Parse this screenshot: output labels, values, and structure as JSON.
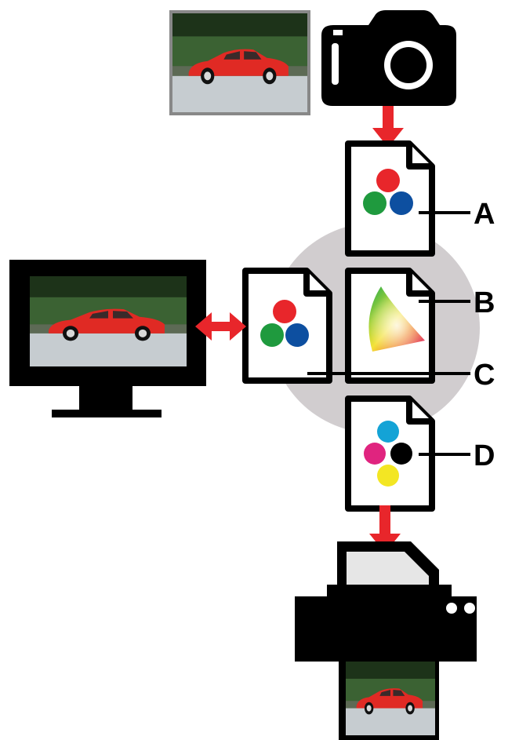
{
  "labels": {
    "a": "A",
    "b": "B",
    "c": "C",
    "d": "D"
  },
  "icons": {
    "camera": "camera-icon",
    "monitor": "monitor-icon",
    "printer": "printer-icon",
    "document": "document-icon",
    "rgb_dots": "rgb-color-dots-icon",
    "gamut": "color-gamut-icon",
    "cmyk_dots": "cmyk-color-dots-icon",
    "arrow": "arrow-icon"
  },
  "colors": {
    "arrow": "#e8262b",
    "circle_bg": "#d1cdcf",
    "rgb_red": "#e8262b",
    "rgb_green": "#1f9a3e",
    "rgb_blue": "#0d4fa0",
    "cmyk_cyan": "#14a3d6",
    "cmyk_magenta": "#e0247f",
    "cmyk_yellow": "#f3e623",
    "cmyk_black": "#000000"
  }
}
